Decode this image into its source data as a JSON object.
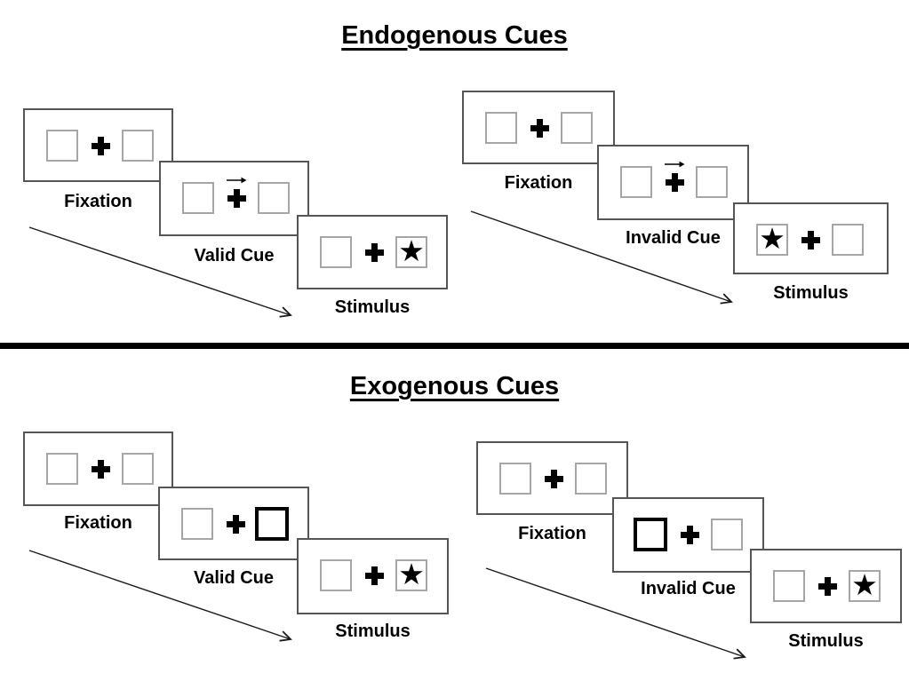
{
  "colors": {
    "ink": "#000000",
    "panel_border": "#555555",
    "box_border": "#a6a6a6",
    "cue_box_border": "#000000",
    "background": "#ffffff"
  },
  "icons": {
    "star": "★",
    "fixation_cross": "+",
    "cue_arrow": "→"
  },
  "sections": [
    {
      "title": "Endogenous Cues",
      "trials": [
        {
          "name": "valid",
          "steps": [
            {
              "label": "Fixation",
              "left_box": "empty",
              "right_box": "empty",
              "cross": "plain"
            },
            {
              "label": "Valid Cue",
              "left_box": "empty",
              "right_box": "empty",
              "cross": "arrow-right"
            },
            {
              "label": "Stimulus",
              "left_box": "empty",
              "right_box": "star",
              "cross": "plain"
            }
          ]
        },
        {
          "name": "invalid",
          "steps": [
            {
              "label": "Fixation",
              "left_box": "empty",
              "right_box": "empty",
              "cross": "plain"
            },
            {
              "label": "Invalid Cue",
              "left_box": "empty",
              "right_box": "empty",
              "cross": "arrow-right"
            },
            {
              "label": "Stimulus",
              "left_box": "star",
              "right_box": "empty",
              "cross": "plain"
            }
          ]
        }
      ]
    },
    {
      "title": "Exogenous Cues",
      "trials": [
        {
          "name": "valid",
          "steps": [
            {
              "label": "Fixation",
              "left_box": "empty",
              "right_box": "empty",
              "cross": "plain"
            },
            {
              "label": "Valid Cue",
              "left_box": "empty",
              "right_box": "thick-cue",
              "cross": "plain"
            },
            {
              "label": "Stimulus",
              "left_box": "empty",
              "right_box": "star",
              "cross": "plain"
            }
          ]
        },
        {
          "name": "invalid",
          "steps": [
            {
              "label": "Fixation",
              "left_box": "empty",
              "right_box": "empty",
              "cross": "plain"
            },
            {
              "label": "Invalid Cue",
              "left_box": "thick-cue",
              "right_box": "empty",
              "cross": "plain"
            },
            {
              "label": "Stimulus",
              "left_box": "empty",
              "right_box": "star",
              "cross": "plain"
            }
          ]
        }
      ]
    }
  ]
}
